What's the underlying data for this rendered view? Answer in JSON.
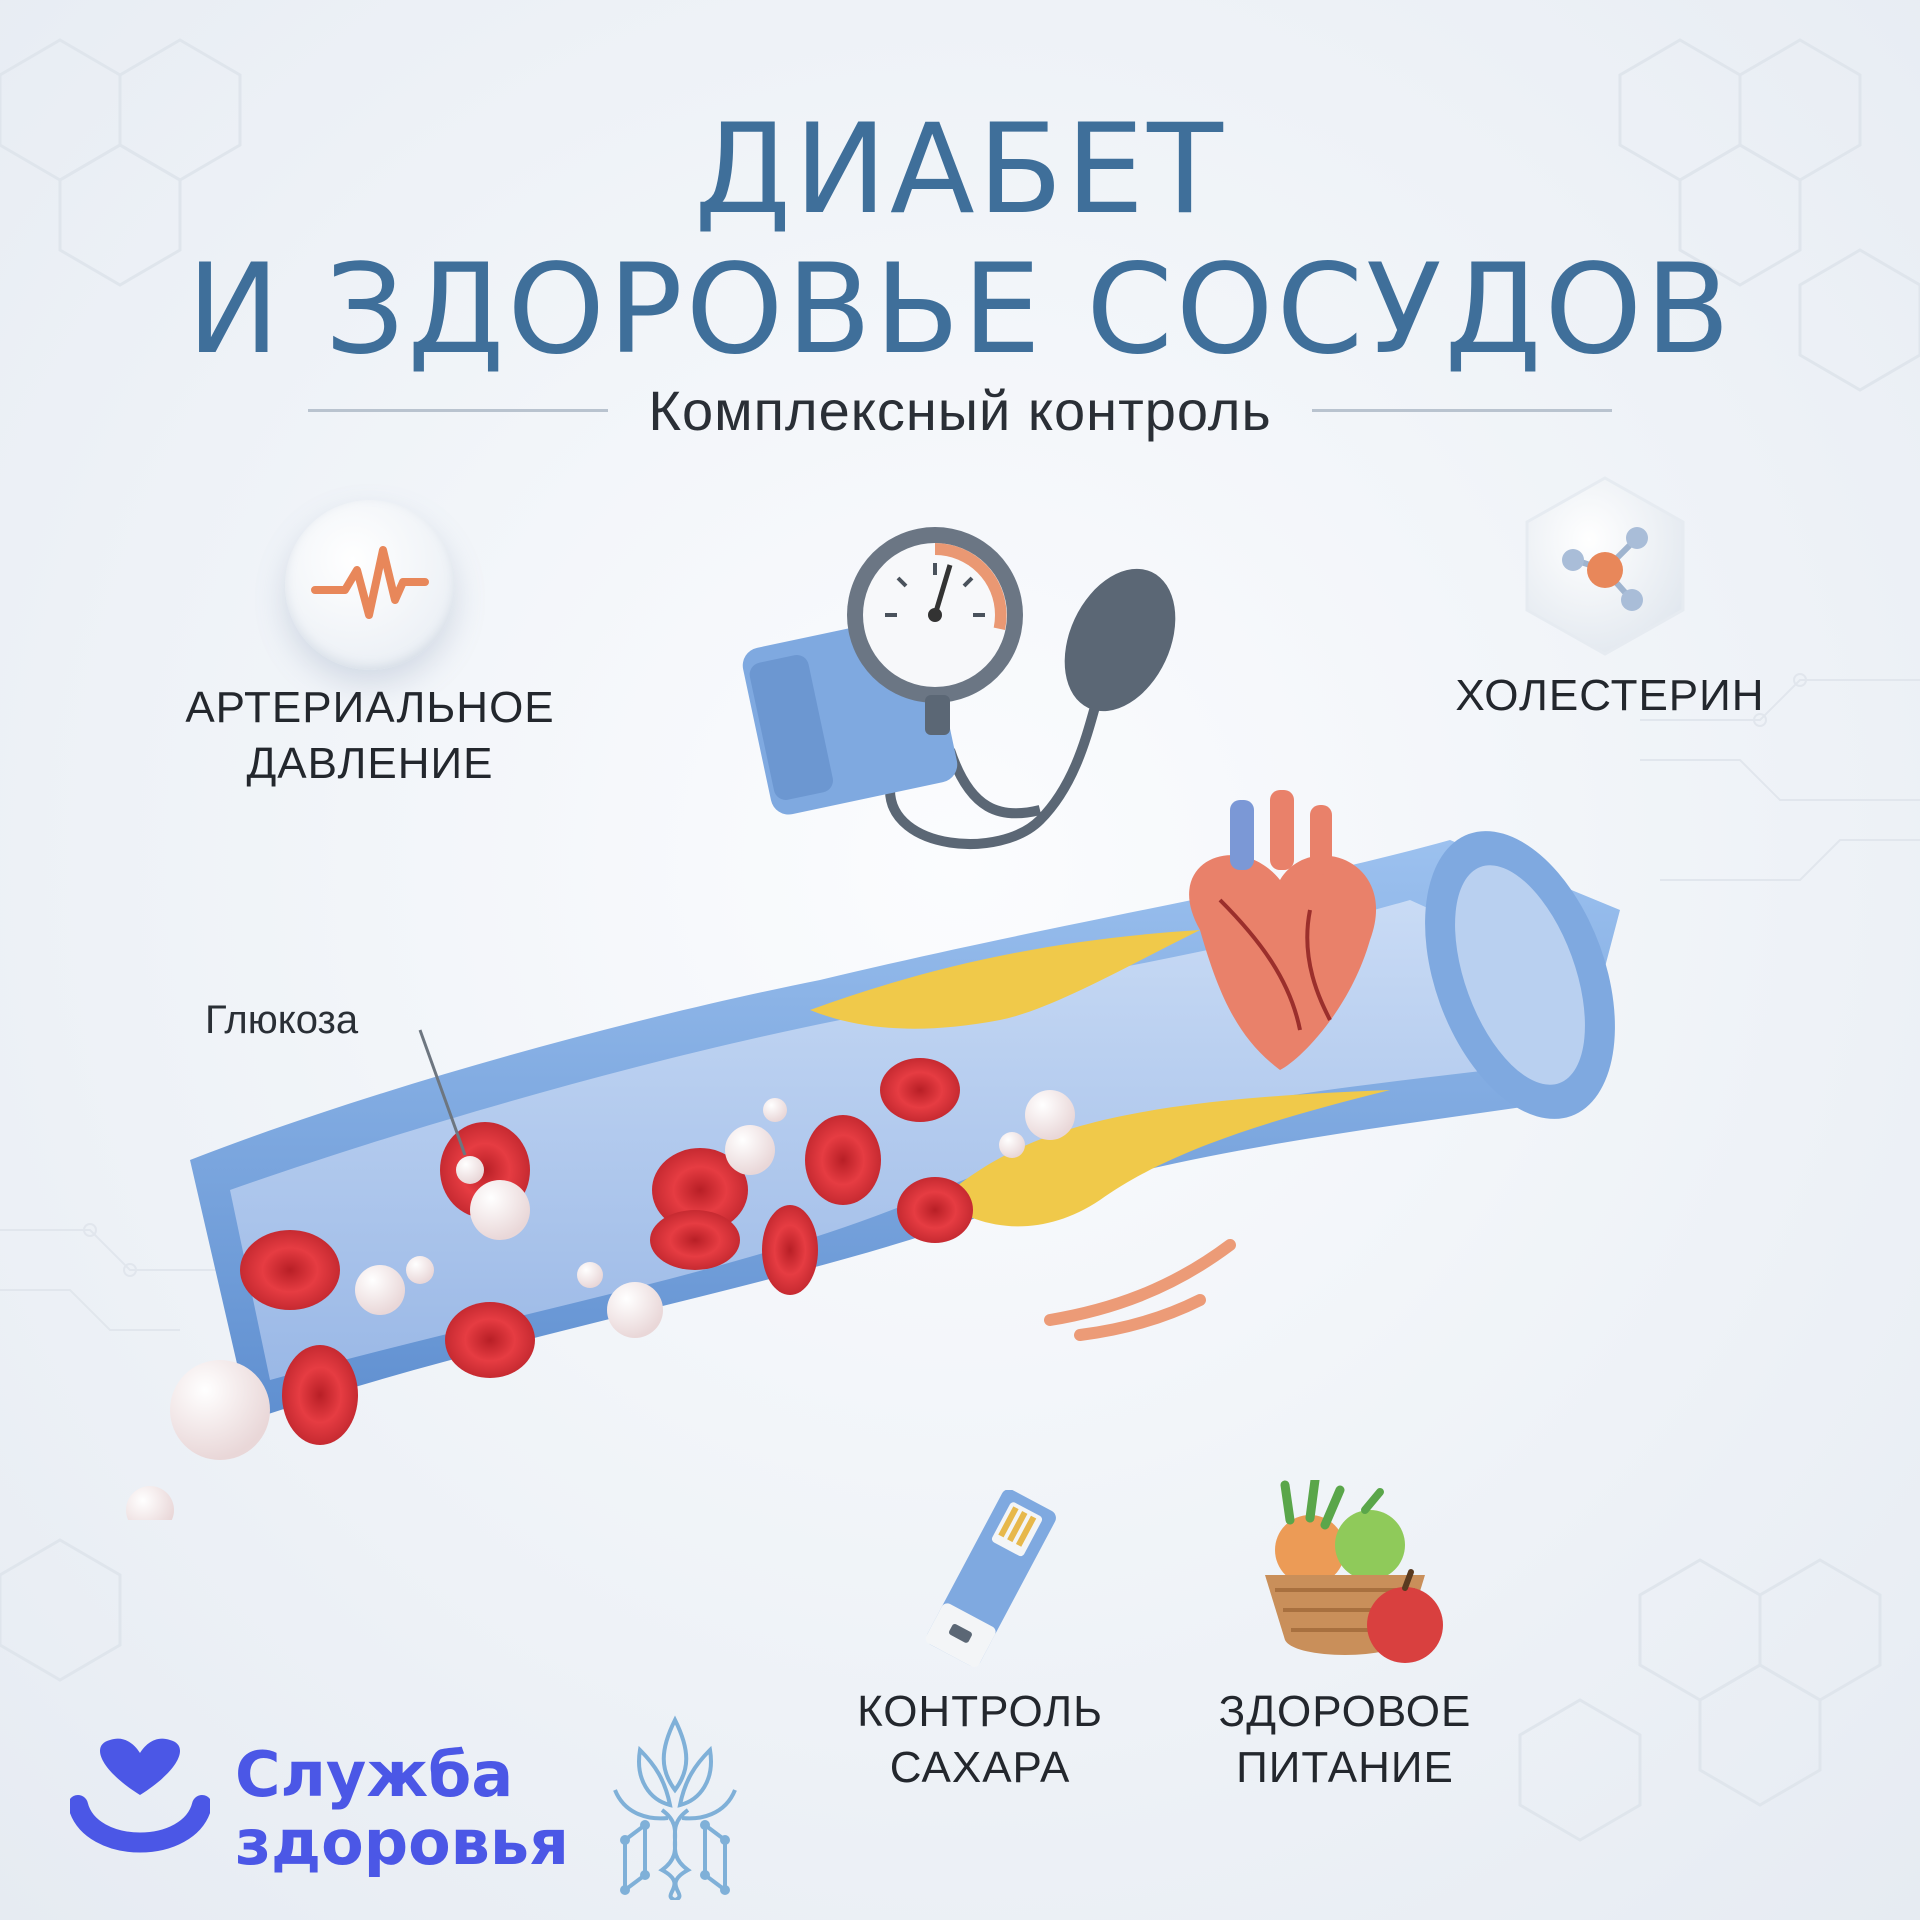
{
  "header": {
    "title_line1": "ДИАБЕТ",
    "title_line2": "И ЗДОРОВЬЕ СОСУДОВ",
    "subtitle": "Комплексный контроль"
  },
  "topics": {
    "blood_pressure": {
      "line1": "АРТЕРИАЛЬНОЕ",
      "line2": "ДАВЛЕНИЕ",
      "icon": "pulse-icon"
    },
    "cholesterol": {
      "label": "ХОЛЕСТЕРИН",
      "icon": "molecule-icon"
    },
    "sugar_control": {
      "line1": "КОНТРОЛЬ",
      "line2": "САХАРА",
      "icon": "test-strip-icon"
    },
    "healthy_food": {
      "line1": "ЗДОРОВОЕ",
      "line2": "ПИТАНИЕ",
      "icon": "food-basket-icon"
    }
  },
  "illustration": {
    "glucose_label": "Глюкоза"
  },
  "brand": {
    "line1": "Служба",
    "line2": "здоровья",
    "color": "#4b57e6"
  },
  "colors": {
    "title": "#3f6f9a",
    "vessel": "#7fa9e0",
    "plaque": "#f0c94a",
    "blood_cell": "#e03a3f",
    "accent_orange": "#e8875a"
  }
}
